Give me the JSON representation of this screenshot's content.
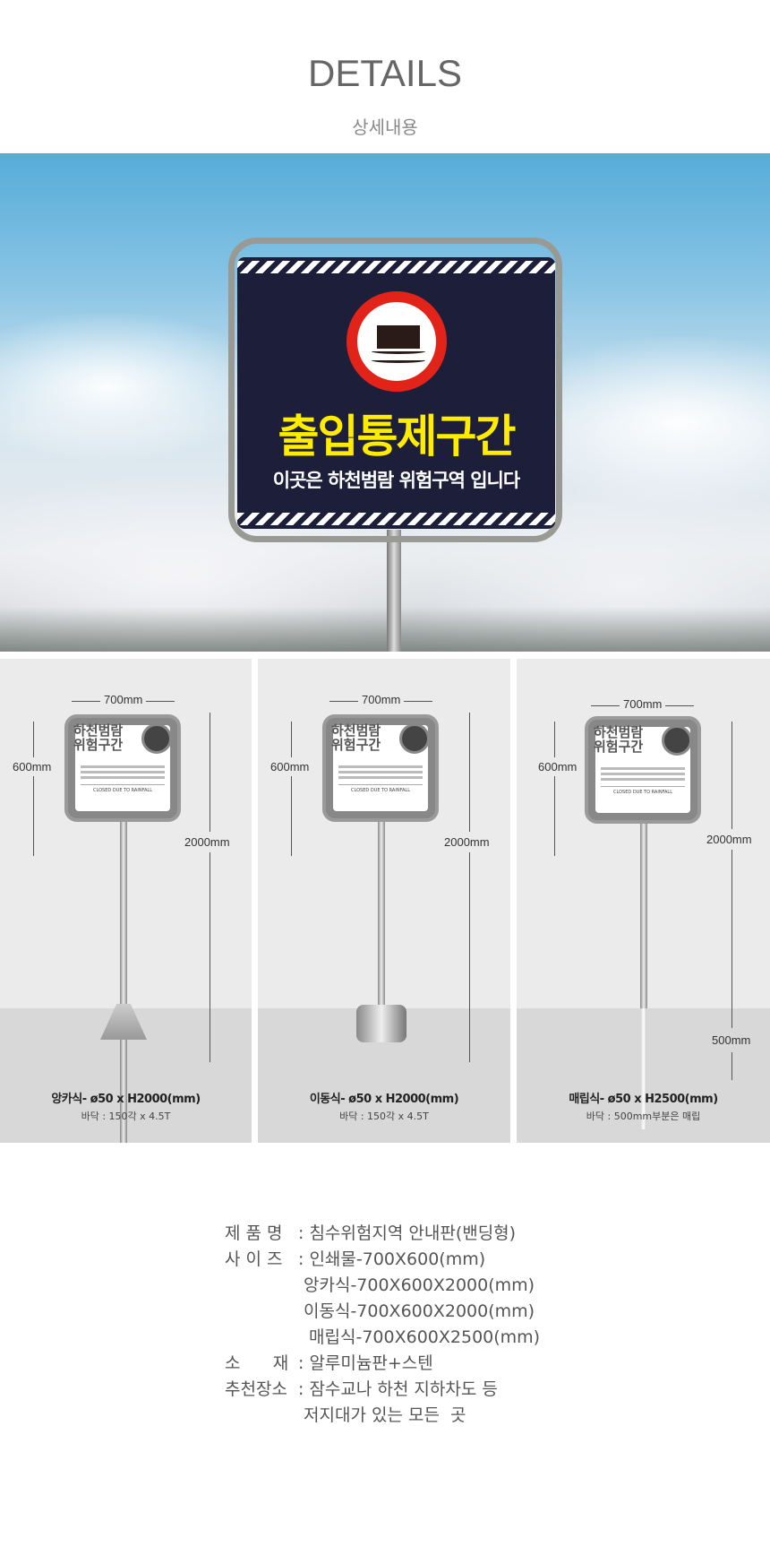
{
  "header": {
    "title": "DETAILS",
    "subtitle": "상세내용"
  },
  "hero": {
    "sign_title": "출입통제구간",
    "sign_subtitle": "이곳은 하천범람 위험구역 입니다",
    "colors": {
      "panel": "#1d1f3a",
      "title": "#ffec00",
      "badge_ring": "#e2231a"
    }
  },
  "variants": [
    {
      "width": "700mm",
      "height": "600mm",
      "total": "2000mm",
      "sign_head": "하천범람 위험구간",
      "sign_closed": "CLOSED DUE TO RAINFALL",
      "caption": "앙카식- ø50 x H2000(mm)",
      "base": "바닥 : 150각 x 4.5T"
    },
    {
      "width": "700mm",
      "height": "600mm",
      "total": "2000mm",
      "sign_head": "하천범람 위험구간",
      "sign_closed": "CLOSED DUE TO RAINFALL",
      "caption": "이동식- ø50 x H2000(mm)",
      "base": "바닥 : 150각 x 4.5T"
    },
    {
      "width": "700mm",
      "height": "600mm",
      "total": "2000mm",
      "buried": "500mm",
      "sign_head": "하천범람 위험구간",
      "sign_closed": "CLOSED DUE TO RAINFALL",
      "caption": "매립식- ø50 x H2500(mm)",
      "base": "바닥 : 500mm부분은 매립"
    }
  ],
  "specs": {
    "name_label": "제 품 명",
    "name": "침수위험지역 안내판(밴딩형)",
    "size_label": "사 이 즈",
    "sizes": [
      "인쇄물-700X600(mm)",
      "앙카식-700X600X2000(mm)",
      "이동식-700X600X2000(mm)",
      " 매립식-700X600X2500(mm)"
    ],
    "material_label": "소      재",
    "material": "알루미늄판+스텐",
    "place_label": "추천장소",
    "places": [
      "잠수교나 하천 지하차도 등",
      "저지대가 있는 모든  곳"
    ],
    "separator": ":"
  }
}
